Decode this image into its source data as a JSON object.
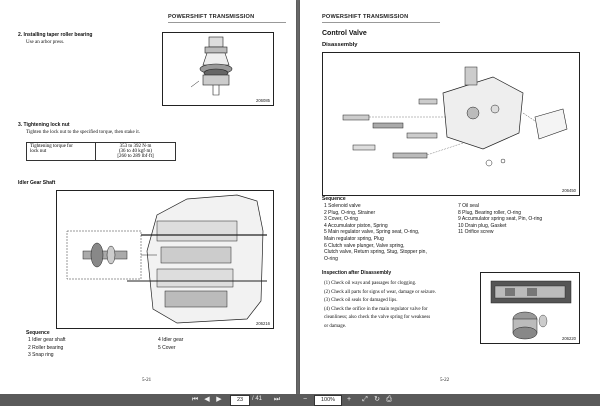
{
  "left_page": {
    "header": "POWERSHIFT TRANSMISSION",
    "step2_title": "2.   Installing taper roller bearing",
    "step2_text": "Use an arbor press.",
    "fig1_code": "206085",
    "step3_title": "3.   Tightening lock nut",
    "step3_text": "Tighten the lock nut to the specified torque, then stake it.",
    "torque_label_1": "Tightening torque for",
    "torque_label_2": "lock nut",
    "torque_value_1": "353 to 392 N·m",
    "torque_value_2": "(36 to 40 kgf·m)",
    "torque_value_3": "[260 to 289 lbf·ft]",
    "section_title": "Idler Gear Shaft",
    "fig2_code": "206216",
    "sequence_title": "Sequence",
    "sequence_col1": [
      "1   Idler gear shaft",
      "2   Roller bearing",
      "3   Snap ring"
    ],
    "sequence_col2": [
      "4   Idler gear",
      "5   Cover"
    ],
    "page_number": "5-21"
  },
  "right_page": {
    "header": "POWERSHIFT TRANSMISSION",
    "title": "Control Valve",
    "subtitle": "Disassembly",
    "fig_code": "206450",
    "sequence_title": "Sequence",
    "sequence_col1": [
      "1   Solenoid valve",
      "2   Plug, O-ring, Strainer",
      "3   Cover, O-ring",
      "4   Accumulator piston, Spring",
      "5   Main regulator valve, Spring seat, O-ring,",
      "     Main regulator spring, Plug",
      "6   Clutch valve plunger, Valve spring,",
      "     Clutch valve, Return spring, Stug, Stopper pin,",
      "     O-ring"
    ],
    "sequence_col2": [
      "7   Oil seal",
      "8   Plug, Bearing roller, O-ring",
      "9   Accumulator spring seat, Pin, O-ring",
      "10  Drain plug, Gasket",
      "11  Orifice screw"
    ],
    "inspection_title": "Inspection after Disassembly",
    "inspection_items": [
      "(1)   Check oil ways and passages for clogging.",
      "(2)   Check all parts for signs of wear, damage or seizure.",
      "(3)   Check oil seals for damaged lips.",
      "(4)   Check the orifice in the main regulator valve for",
      "        cleanliness; also check the valve spring for weakness",
      "        or damage."
    ],
    "fig2_code": "206220",
    "page_number": "5-22"
  },
  "toolbar": {
    "page_input": "23",
    "page_total": "/ 41",
    "zoom_value": "100%"
  }
}
